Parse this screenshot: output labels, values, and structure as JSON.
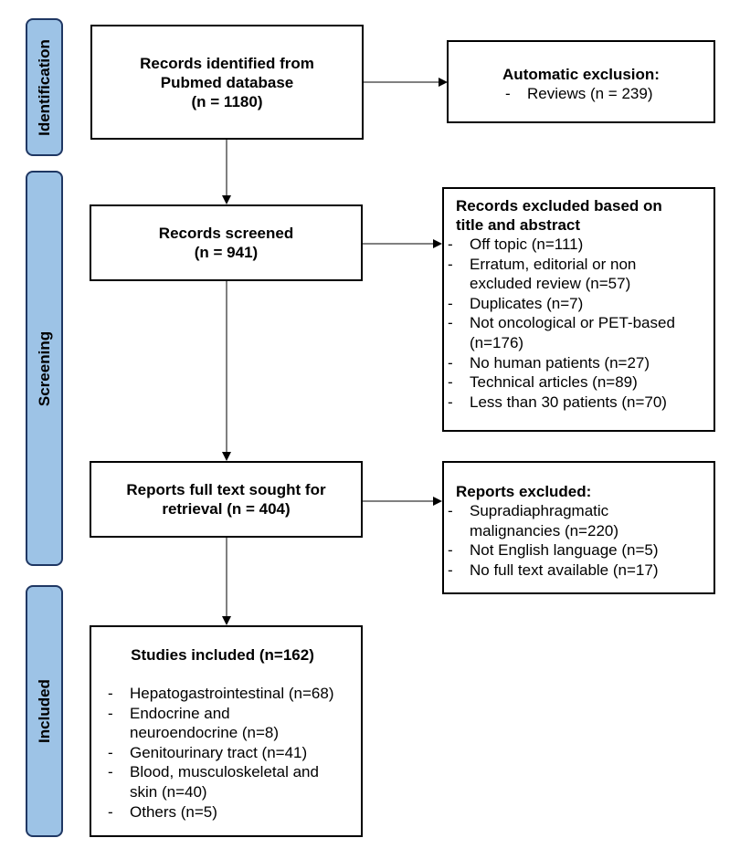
{
  "phases": {
    "identification": "Identification",
    "screening": "Screening",
    "included": "Included"
  },
  "boxes": {
    "identified": {
      "lines": [
        "Records identified from",
        "Pubmed database",
        "(n = 1180)"
      ]
    },
    "auto_exclusion": {
      "title": "Automatic exclusion:",
      "items": [
        "Reviews (n = 239)"
      ]
    },
    "screened": {
      "lines": [
        "Records screened",
        "(n = 941)"
      ]
    },
    "excluded_title_abstract": {
      "title_lines": [
        "Records excluded based on",
        "title and abstract"
      ],
      "items": [
        [
          "Off topic (n=111)"
        ],
        [
          "Erratum, editorial or non",
          "excluded review (n=57)"
        ],
        [
          "Duplicates (n=7)"
        ],
        [
          "Not oncological or PET-based",
          "(n=176)"
        ],
        [
          "No human patients (n=27)"
        ],
        [
          "Technical articles (n=89)"
        ],
        [
          "Less than 30 patients (n=70)"
        ]
      ]
    },
    "full_text": {
      "lines": [
        "Reports full text sought for",
        "retrieval (n = 404)"
      ]
    },
    "reports_excluded": {
      "title": "Reports excluded:",
      "items": [
        [
          "Supradiaphragmatic",
          "malignancies (n=220)"
        ],
        [
          "Not English language (n=5)"
        ],
        [
          "No full text available (n=17)"
        ]
      ]
    },
    "included": {
      "title": "Studies included (n=162)",
      "items": [
        [
          "Hepatogastrointestinal (n=68)"
        ],
        [
          "Endocrine and",
          "neuroendocrine (n=8)"
        ],
        [
          "Genitourinary tract (n=41)"
        ],
        [
          "Blood, musculoskeletal and",
          "skin (n=40)"
        ],
        [
          "Others (n=5)"
        ]
      ]
    }
  }
}
